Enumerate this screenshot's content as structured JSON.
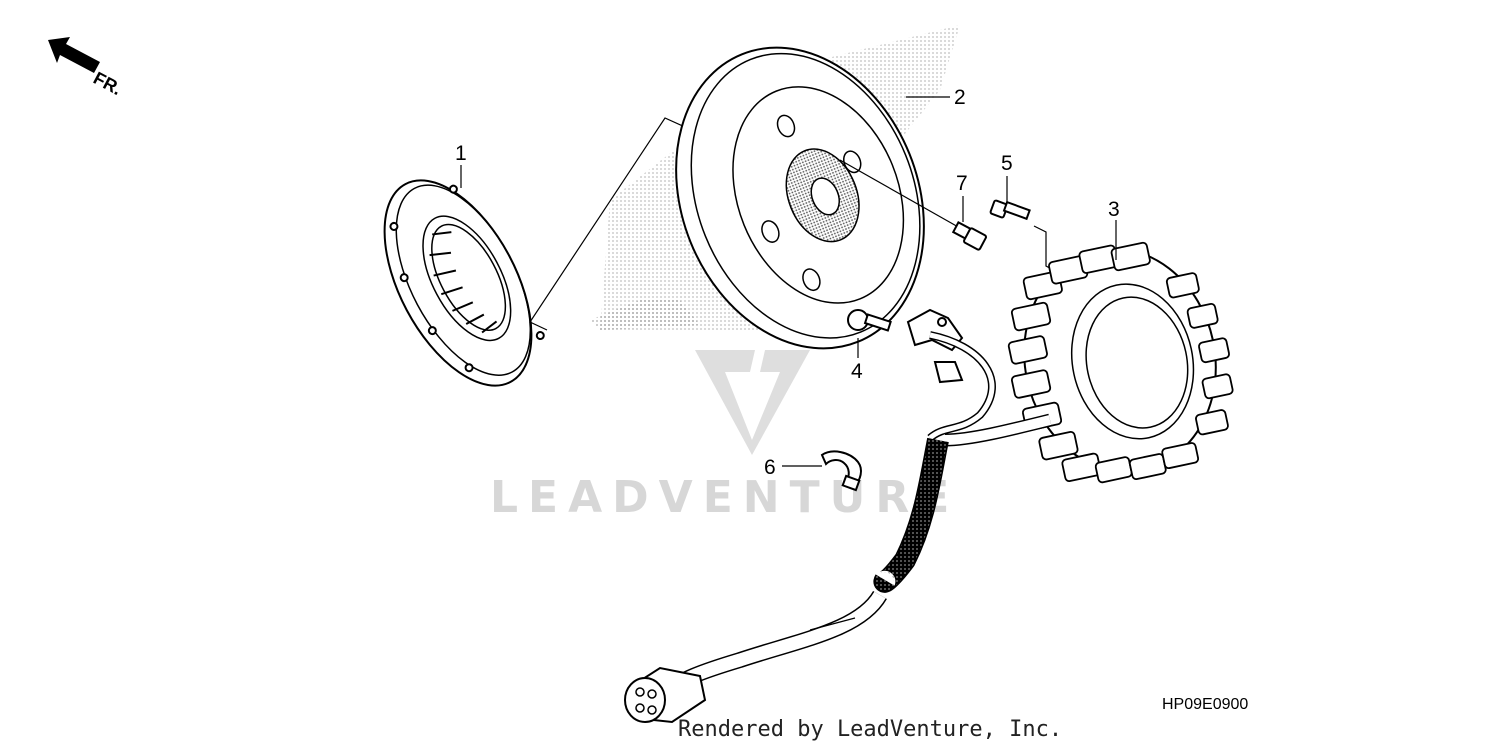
{
  "diagram": {
    "direction_label": "FR.",
    "watermark_text": "LEADVENTURE",
    "diagram_code": "HP09E0900",
    "footer_text": "Rendered by LeadVenture, Inc.",
    "callouts": [
      {
        "number": "1",
        "part": "starter clutch"
      },
      {
        "number": "2",
        "part": "flywheel"
      },
      {
        "number": "3",
        "part": "stator"
      },
      {
        "number": "4",
        "part": "pulse generator"
      },
      {
        "number": "5",
        "part": "bolt"
      },
      {
        "number": "6",
        "part": "wire clamp"
      },
      {
        "number": "7",
        "part": "bolt"
      }
    ],
    "colors": {
      "line": "#000000",
      "watermark": "#d7d7d7",
      "background": "#ffffff"
    }
  }
}
